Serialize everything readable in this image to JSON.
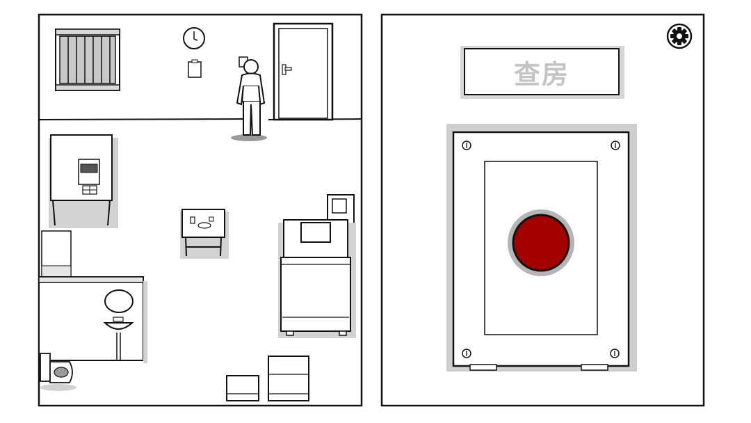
{
  "top_status": {
    "left_text": "",
    "right_text": ""
  },
  "room_panel": {
    "objects": [
      "window",
      "wall-clock",
      "notice-paper",
      "light-switch",
      "door",
      "character",
      "kitchen-cabinet",
      "microwave",
      "side-table",
      "cup",
      "plate",
      "bed",
      "pillow",
      "bedside-picture",
      "wardrobe",
      "bathroom-counter",
      "mirror",
      "sink",
      "toilet",
      "storage-box",
      "nightstand"
    ]
  },
  "control_panel": {
    "label": "查房",
    "settings_icon": "gear-icon",
    "button_icon": "red-push-button",
    "colors": {
      "button_red": "#a50000",
      "outline": "#111111",
      "shadow": "#c9c9c9"
    }
  }
}
